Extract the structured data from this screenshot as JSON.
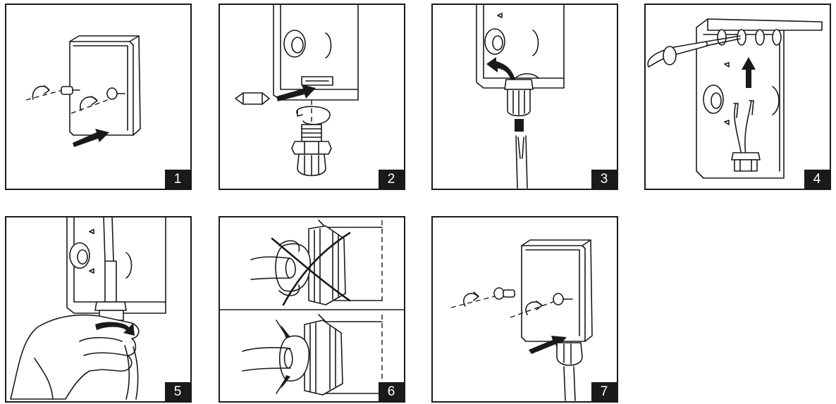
{
  "steps": [
    {
      "number": "1"
    },
    {
      "number": "2"
    },
    {
      "number": "3"
    },
    {
      "number": "4"
    },
    {
      "number": "5"
    },
    {
      "number": "6"
    },
    {
      "number": "7"
    }
  ],
  "colors": {
    "ink": "#1a1a1a",
    "paper": "#ffffff"
  }
}
